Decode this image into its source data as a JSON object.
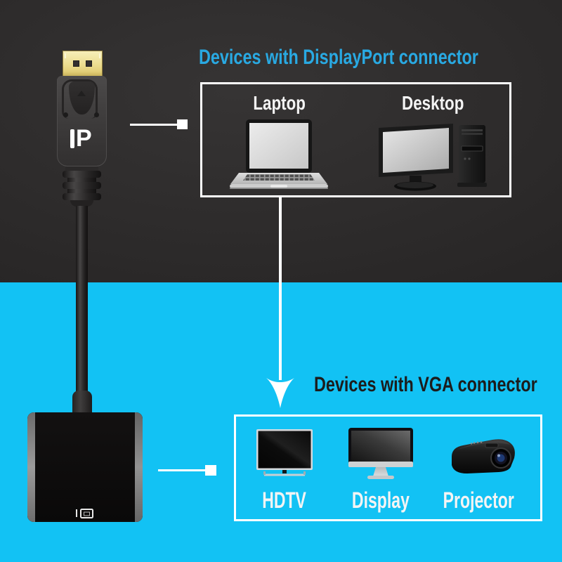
{
  "dp_section": {
    "title": "Devices with DisplayPort connector",
    "devices": [
      {
        "label": "Laptop",
        "icon": "laptop-icon"
      },
      {
        "label": "Desktop",
        "icon": "desktop-icon"
      }
    ]
  },
  "vga_section": {
    "title": "Devices with VGA connector",
    "devices": [
      {
        "label": "HDTV",
        "icon": "hdtv-icon"
      },
      {
        "label": "Display",
        "icon": "display-icon"
      },
      {
        "label": "Projector",
        "icon": "projector-icon"
      }
    ]
  },
  "connector": {
    "dp_logo": "P"
  },
  "colors": {
    "cyan_bg": "#12c2f4",
    "title_cyan": "#29a9e2",
    "dark_bg": "#2c2a2a",
    "vga_title_color": "#1c1c1c",
    "white": "#ffffff",
    "gold": "#eede8e"
  }
}
